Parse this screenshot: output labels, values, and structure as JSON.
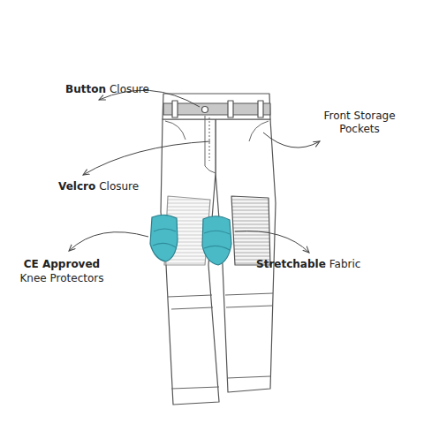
{
  "diagram": {
    "labels": [
      "Button",
      "Closure",
      "Front Storage Pockets",
      "Velcro",
      "Closure",
      "CE Approved",
      "Knee Protectors",
      "Stretchable",
      "Fabric"
    ]
  }
}
